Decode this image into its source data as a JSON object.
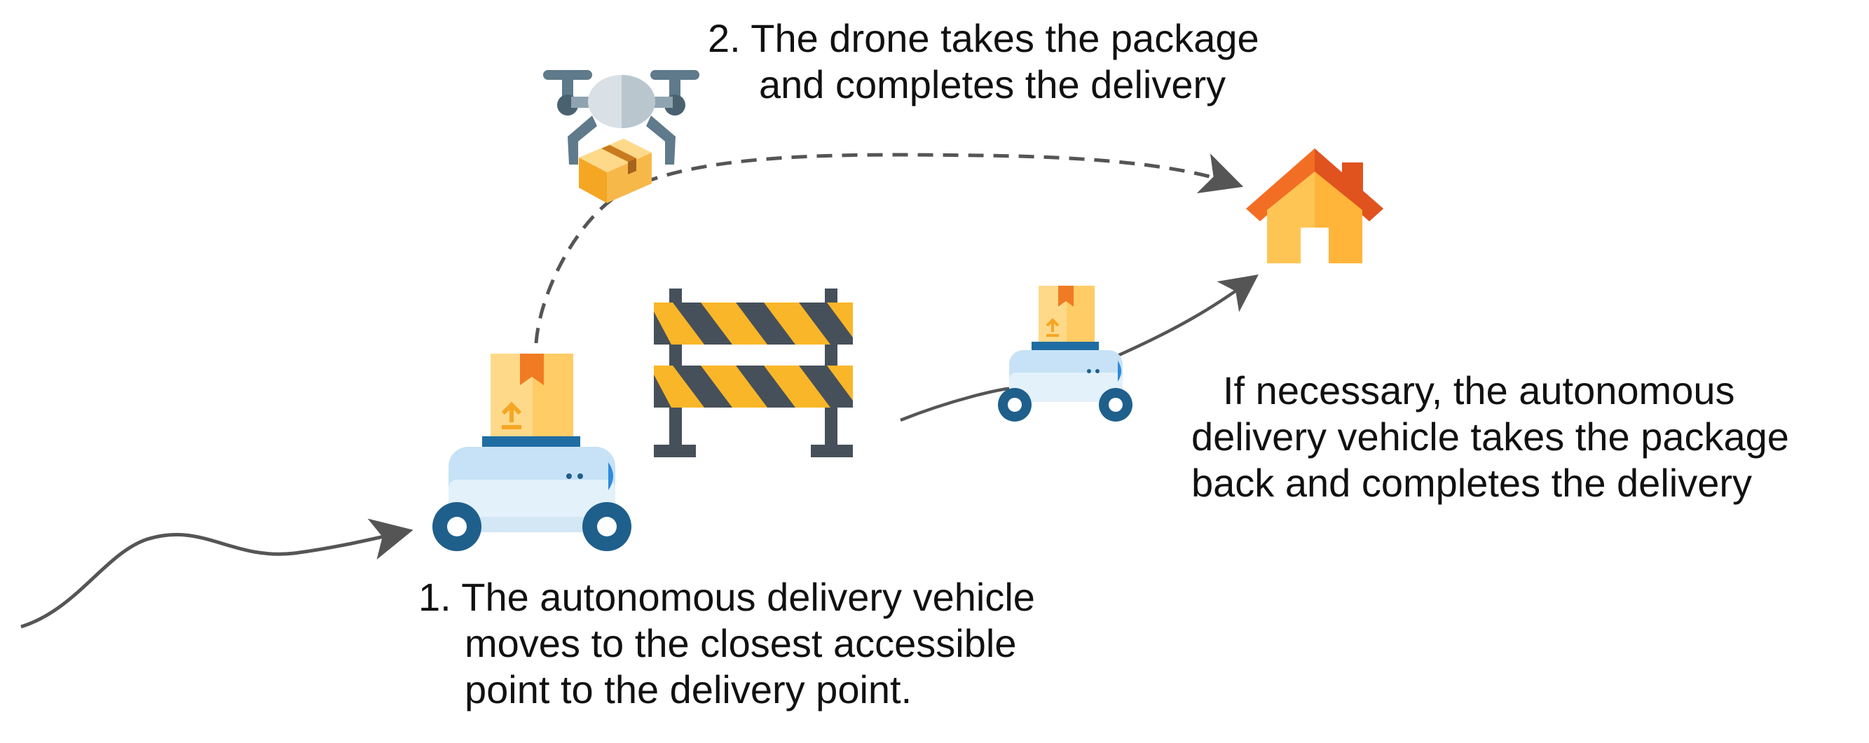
{
  "steps": [
    {
      "number": "1.",
      "lines": [
        "The autonomous delivery vehicle",
        "moves to the closest accessible",
        "point to the delivery point."
      ]
    },
    {
      "number": "2.",
      "lines": [
        "The drone takes the package",
        "and completes the delivery"
      ]
    }
  ],
  "fallback_note": {
    "lines": [
      "If necessary, the autonomous",
      "delivery vehicle takes the package",
      "back and completes the delivery"
    ]
  },
  "icons": {
    "drone": "drone-icon",
    "package": "package-icon",
    "vehicle": "delivery-robot-icon",
    "barrier": "road-barrier-icon",
    "house": "house-icon"
  },
  "colors": {
    "arrow": "#555555",
    "box": "#FFCC66",
    "box_tape": "#F07B22",
    "robot_body": "#C7E2F6",
    "robot_wheel": "#1F5F8C",
    "barrier_yellow": "#F9B628",
    "barrier_stripe": "#46505A",
    "house_roof": "#F36E25",
    "house_wall": "#FFB43A",
    "drone_grey": "#5F7A8A"
  }
}
